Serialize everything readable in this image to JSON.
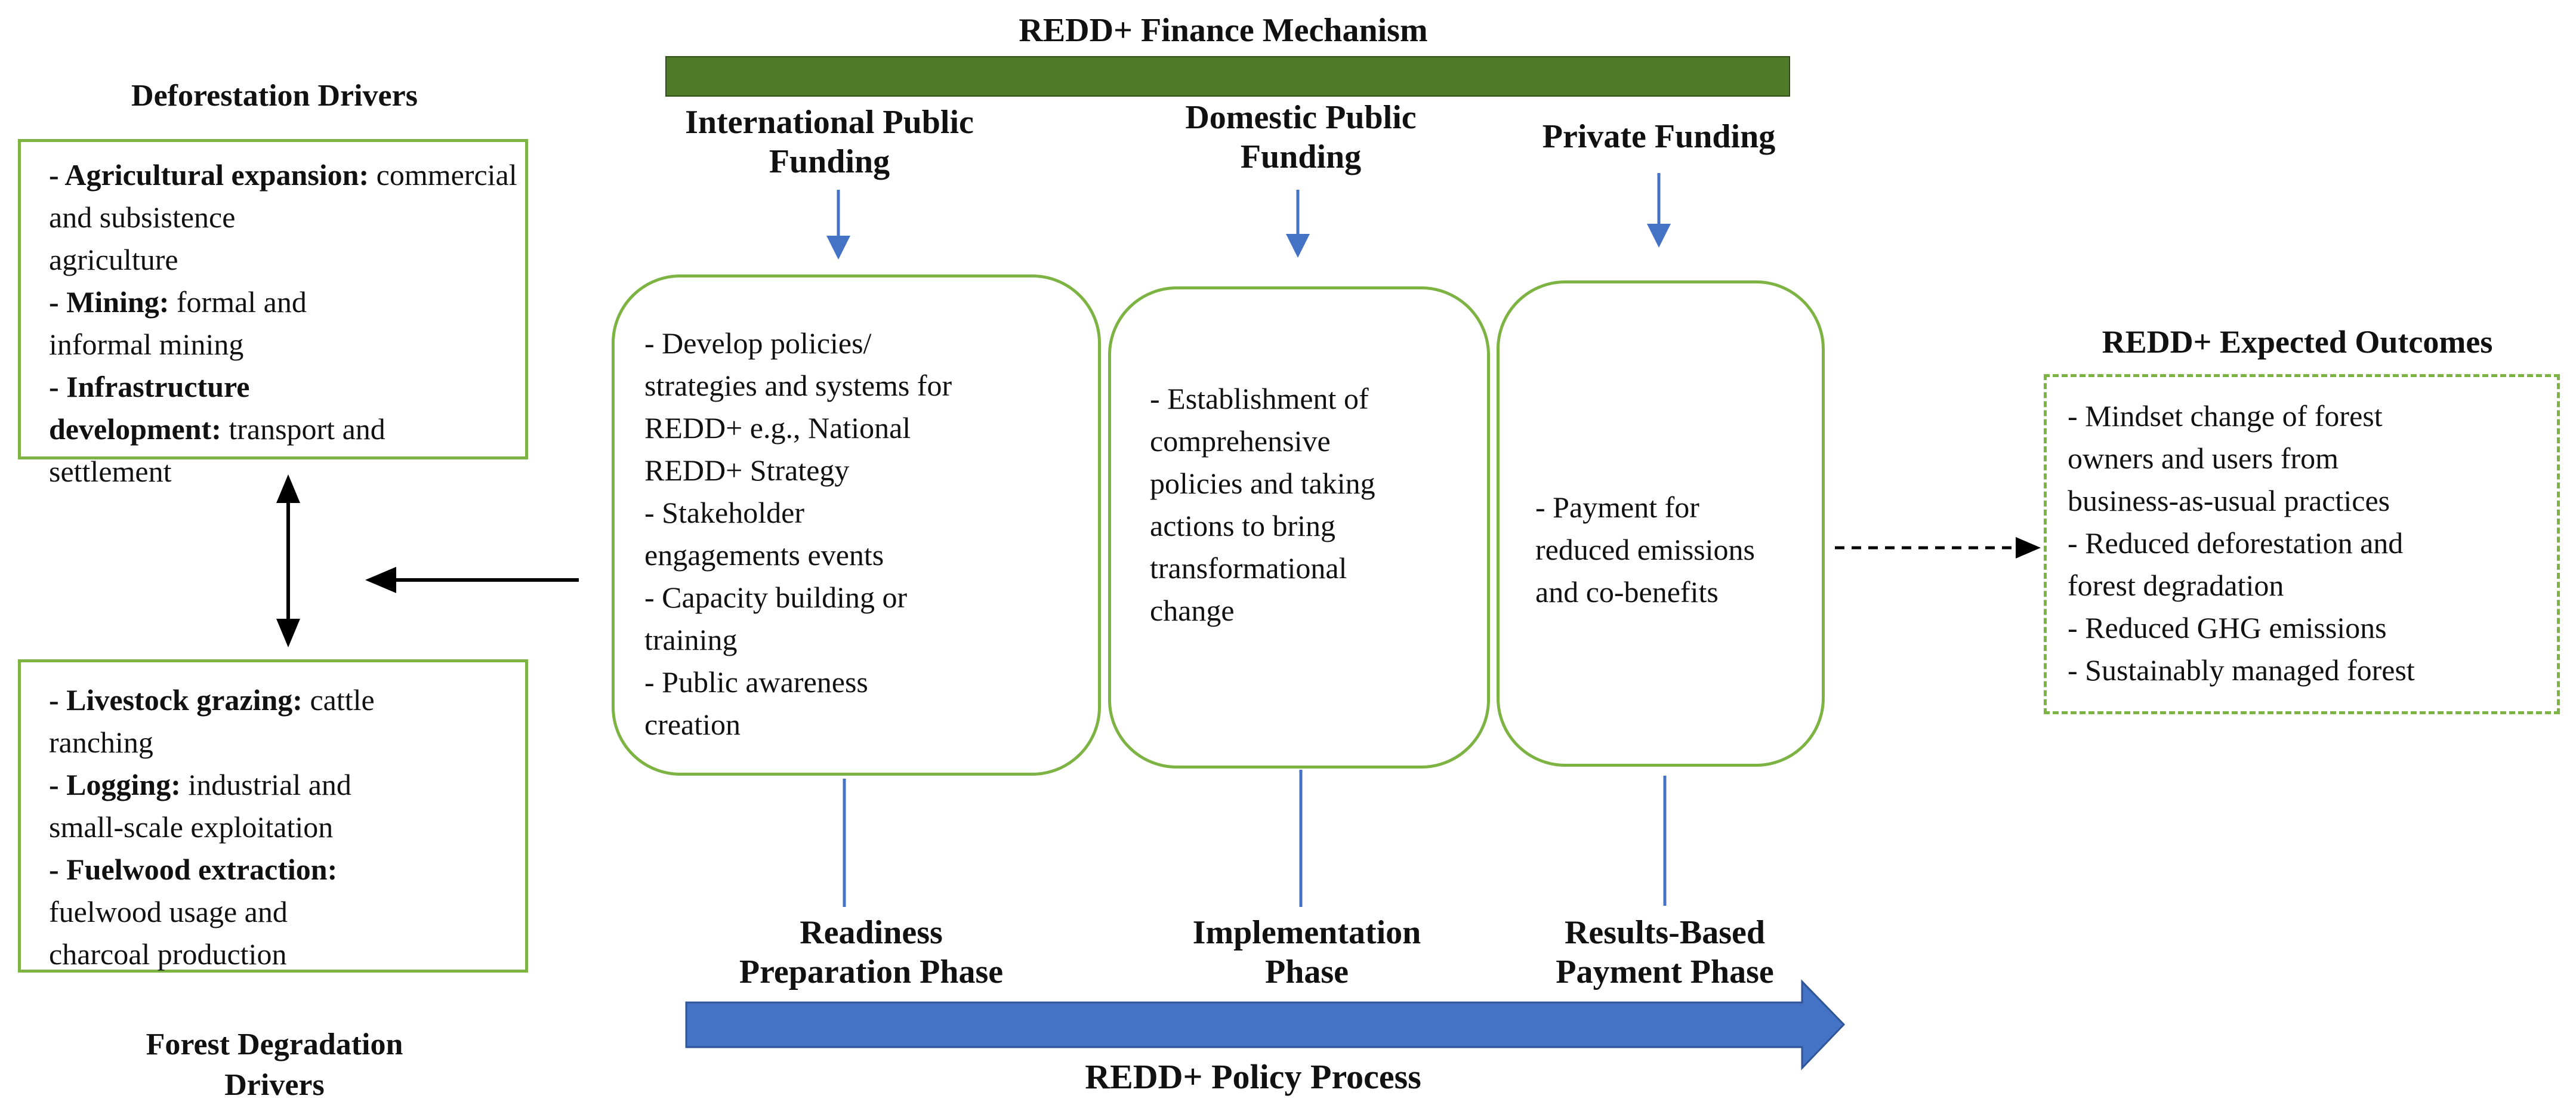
{
  "finance": {
    "title": "REDD+ Finance Mechanism",
    "bar_color": "#4f7a28",
    "sources": [
      {
        "line1": "International Public",
        "line2": "Funding"
      },
      {
        "line1": "Domestic Public",
        "line2": "Funding"
      },
      {
        "line1": "Private Funding",
        "line2": ""
      }
    ]
  },
  "deforestation": {
    "heading": "Deforestation Drivers",
    "items": [
      {
        "term": "- Agricultural expansion:",
        "l1": " commercial and subsistence",
        "l2": "agriculture"
      },
      {
        "term": " - Mining:",
        "l1": " formal and",
        "l2": "informal mining"
      },
      {
        "term": "- Infrastructure",
        "l1": "development:",
        "l2": " transport and",
        "l3": "settlement"
      }
    ]
  },
  "degradation": {
    "heading_line1": "Forest Degradation",
    "heading_line2": "Drivers",
    "items": [
      {
        "term": "- Livestock grazing:",
        "l1": " cattle",
        "l2": "ranching"
      },
      {
        "term": "- Logging:",
        "l1": " industrial and",
        "l2": "small-scale exploitation"
      },
      {
        "term": "- Fuelwood extraction:",
        "l1": "fuelwood usage and",
        "l2": "charcoal production"
      }
    ]
  },
  "phases": {
    "readiness": {
      "lines": [
        "- Develop policies/",
        "strategies and systems for",
        "REDD+ e.g., National",
        "REDD+ Strategy",
        "- Stakeholder",
        "engagements events",
        "- Capacity building or",
        "training",
        "- Public awareness",
        "creation"
      ],
      "label1": "Readiness",
      "label2": "Preparation Phase"
    },
    "implementation": {
      "lines": [
        "- Establishment of",
        "comprehensive",
        "policies and taking",
        "actions to bring",
        "transformational",
        "change"
      ],
      "label1": "Implementation",
      "label2": "Phase"
    },
    "results": {
      "lines": [
        "- Payment for",
        "reduced emissions",
        "and co-benefits"
      ],
      "label1": "Results-Based",
      "label2": "Payment Phase"
    }
  },
  "outcomes": {
    "heading": "REDD+ Expected Outcomes",
    "lines": [
      "- Mindset change of forest",
      "owners and users from",
      "business-as-usual practices",
      "- Reduced deforestation and",
      "forest degradation",
      "- Reduced GHG emissions",
      "- Sustainably managed forest"
    ]
  },
  "policy": {
    "label": "REDD+ Policy Process",
    "arrow_color": "#4472c4"
  },
  "colors": {
    "box_border": "#7cb342",
    "connector_blue": "#4472c4",
    "black": "#000000"
  }
}
